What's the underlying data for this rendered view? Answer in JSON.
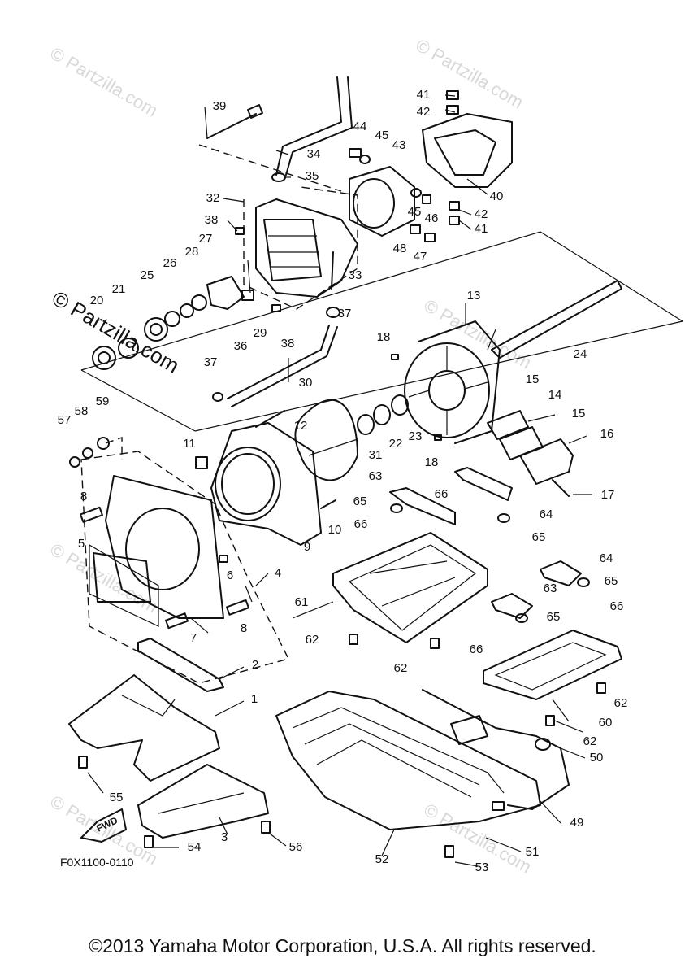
{
  "diagram": {
    "figure_id": "F0X1100-0110",
    "fwd_label": "FWD",
    "watermark": "© Partzilla.com",
    "copyright": "©2013 Yamaha Motor Corporation, U.S.A. All rights reserved.",
    "callouts": [
      "1",
      "2",
      "3",
      "4",
      "5",
      "6",
      "7",
      "8",
      "8",
      "9",
      "10",
      "11",
      "12",
      "13",
      "14",
      "15",
      "15",
      "16",
      "17",
      "18",
      "18",
      "20",
      "21",
      "22",
      "23",
      "24",
      "25",
      "26",
      "27",
      "28",
      "29",
      "30",
      "31",
      "32",
      "33",
      "34",
      "35",
      "36",
      "37",
      "37",
      "38",
      "38",
      "39",
      "40",
      "41",
      "41",
      "42",
      "42",
      "43",
      "44",
      "45",
      "45",
      "46",
      "47",
      "48",
      "49",
      "50",
      "51",
      "52",
      "53",
      "54",
      "55",
      "56",
      "57",
      "58",
      "59",
      "60",
      "61",
      "62",
      "62",
      "62",
      "62",
      "63",
      "63",
      "64",
      "64",
      "65",
      "65",
      "65",
      "65",
      "66",
      "66",
      "66",
      "66"
    ]
  }
}
